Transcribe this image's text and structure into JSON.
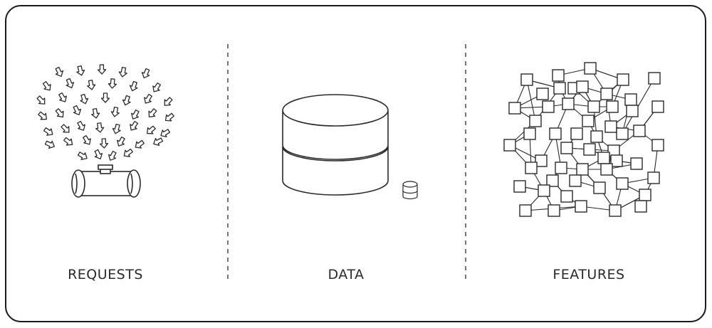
{
  "panels": [
    {
      "label": "REQUESTS",
      "icon": "funnel-arrows-pipe-icon"
    },
    {
      "label": "DATA",
      "icon": "database-cylinders-icon"
    },
    {
      "label": "FEATURES",
      "icon": "node-network-icon"
    }
  ],
  "colors": {
    "stroke": "#2b2b2b",
    "divider": "#555555",
    "background": "#ffffff"
  }
}
